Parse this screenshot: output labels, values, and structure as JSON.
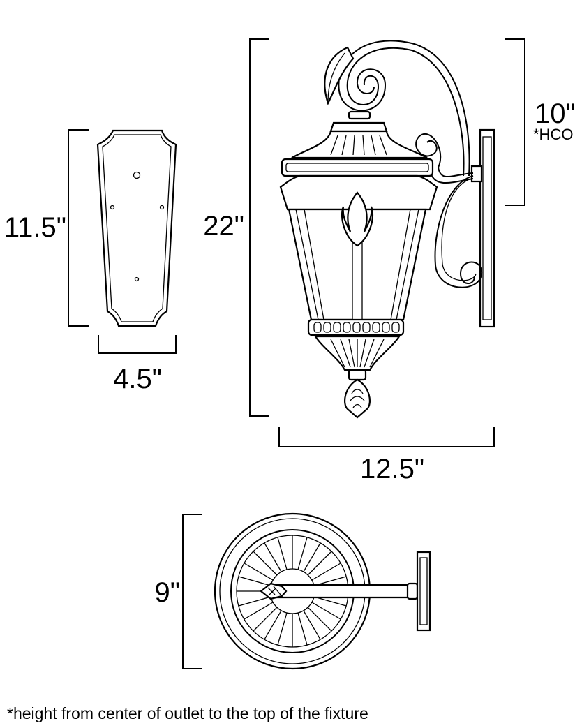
{
  "dimensions": {
    "backplate_height": "11.5\"",
    "backplate_width": "4.5\"",
    "fixture_height": "22\"",
    "fixture_hco": "10\"",
    "hco_label": "*HCO",
    "fixture_extension": "12.5\"",
    "top_view_diameter": "9\""
  },
  "footnote": "*height from center of outlet to the top of the fixture"
}
